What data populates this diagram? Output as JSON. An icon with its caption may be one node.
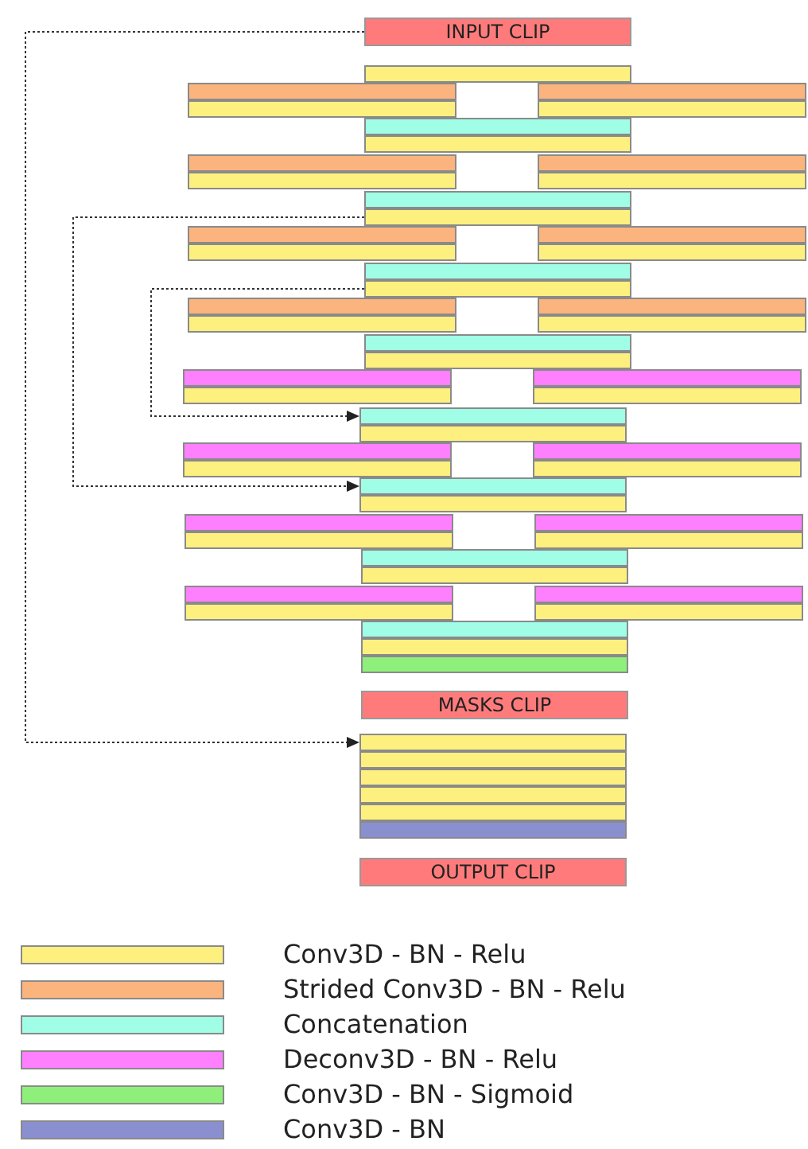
{
  "diagram": {
    "nodes": [
      {
        "text": [
          "INPUT CLIP"
        ]
      },
      {
        "text": [],
        "shape": "bar"
      },
      {
        "text": [],
        "shape": "bar"
      },
      {
        "text": [],
        "shape": "bar"
      },
      {
        "text": [],
        "shape": "bar"
      },
      {
        "text": [],
        "shape": "bar"
      },
      {
        "text": [],
        "shape": "bar"
      },
      {
        "text": [],
        "shape": "bar"
      },
      {
        "text": [],
        "shape": "bar"
      },
      {
        "text": [],
        "shape": "bar"
      },
      {
        "text": [],
        "shape": "bar"
      },
      {
        "text": [],
        "shape": "bar"
      },
      {
        "text": [],
        "shape": "bar"
      },
      {
        "text": [],
        "shape": "bar"
      },
      {
        "text": [],
        "shape": "bar"
      },
      {
        "text": [],
        "shape": "bar"
      },
      {
        "text": [],
        "shape": "bar"
      },
      {
        "text": [],
        "shape": "bar"
      },
      {
        "text": [],
        "shape": "bar"
      },
      {
        "text": [],
        "shape": "bar"
      },
      {
        "text": [],
        "shape": "bar"
      },
      {
        "text": [],
        "shape": "bar"
      },
      {
        "text": [],
        "shape": "bar"
      },
      {
        "text": [],
        "shape": "bar"
      },
      {
        "text": [],
        "shape": "bar"
      },
      {
        "text": [],
        "shape": "bar"
      },
      {
        "text": [],
        "shape": "bar"
      },
      {
        "text": [],
        "shape": "bar"
      },
      {
        "text": [],
        "shape": "bar"
      },
      {
        "text": [],
        "shape": "bar"
      },
      {
        "text": [],
        "shape": "bar"
      },
      {
        "text": [],
        "shape": "bar"
      },
      {
        "text": [],
        "shape": "bar"
      },
      {
        "text": [],
        "shape": "bar"
      },
      {
        "text": [],
        "shape": "bar"
      },
      {
        "text": [],
        "shape": "bar"
      },
      {
        "text": [],
        "shape": "bar"
      },
      {
        "text": [],
        "shape": "bar"
      },
      {
        "text": [],
        "shape": "bar"
      },
      {
        "text": [],
        "shape": "bar"
      },
      {
        "text": [],
        "shape": "bar"
      },
      {
        "text": [],
        "shape": "bar"
      },
      {
        "text": [],
        "shape": "bar"
      },
      {
        "text": [],
        "shape": "bar"
      },
      {
        "text": [],
        "shape": "bar"
      },
      {
        "text": [],
        "shape": "bar"
      },
      {
        "text": [],
        "shape": "bar"
      },
      {
        "text": [],
        "shape": "bar"
      },
      {
        "text": [],
        "shape": "bar"
      },
      {
        "text": [],
        "shape": "bar"
      },
      {
        "text": [],
        "shape": "bar"
      },
      {
        "text": [
          "MASKS CLIP"
        ]
      },
      {
        "text": [],
        "shape": "bar"
      },
      {
        "text": [],
        "shape": "bar"
      },
      {
        "text": [],
        "shape": "bar"
      },
      {
        "text": [],
        "shape": "bar"
      },
      {
        "text": [],
        "shape": "bar"
      },
      {
        "text": [],
        "shape": "bar"
      },
      {
        "text": [
          "OUTPUT CLIP"
        ]
      }
    ],
    "edges": [
      {
        "from": 0,
        "to": 52,
        "arrow": "to",
        "style": "dashed"
      },
      {
        "from": 13,
        "to": 36,
        "arrow": "to",
        "style": "dashed"
      },
      {
        "from": 19,
        "to": 30,
        "arrow": "to",
        "style": "dashed"
      }
    ],
    "legend": [
      {
        "text": "Conv3D - BN - Relu",
        "color": "#fdf07f"
      },
      {
        "text": "Strided Conv3D - BN - Relu",
        "color": "#fbb47e"
      },
      {
        "text": "Concatenation",
        "color": "#a0fde6"
      },
      {
        "text": "Deconv3D - BN - Relu",
        "color": "#ff80fe"
      },
      {
        "text": "Conv3D - BN - Sigmoid",
        "color": "#8ef07a"
      },
      {
        "text": "Conv3D - BN",
        "color": "#8a8fd0"
      }
    ]
  }
}
